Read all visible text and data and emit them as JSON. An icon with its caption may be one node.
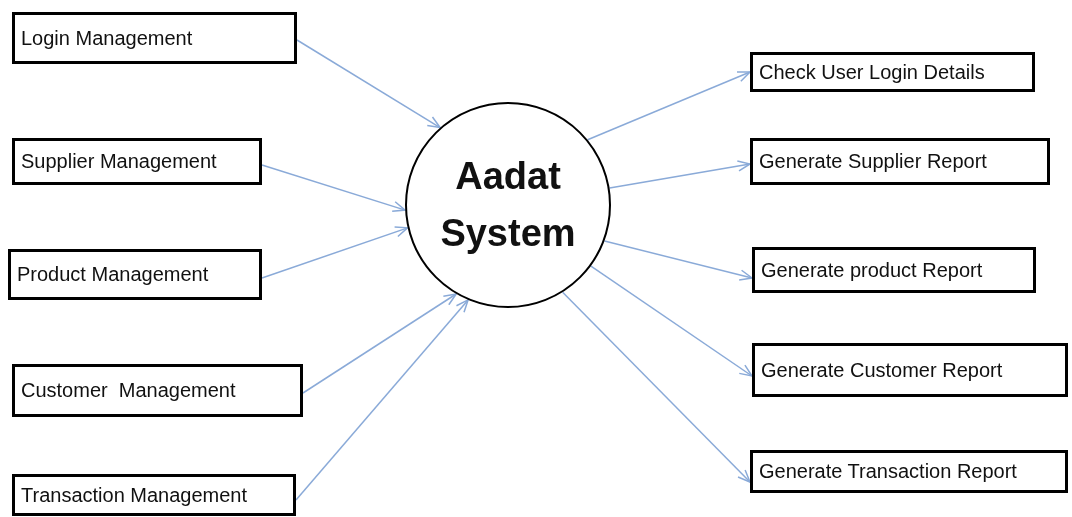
{
  "diagram": {
    "nodes": [
      {
        "text": [
          "Login Management"
        ]
      },
      {
        "text": [
          "Supplier Management"
        ]
      },
      {
        "text": [
          "Product Management"
        ]
      },
      {
        "text": [
          "Customer  Management"
        ]
      },
      {
        "text": [
          "Transaction Management"
        ]
      },
      {
        "text": [
          "Aadat System"
        ]
      },
      {
        "text": [
          "Check User Login Details"
        ]
      },
      {
        "text": [
          "Generate Supplier Report"
        ]
      },
      {
        "text": [
          "Generate product Report"
        ]
      },
      {
        "text": [
          "Generate Customer Report"
        ]
      },
      {
        "text": [
          "Generate Transaction Report"
        ]
      }
    ],
    "edges": [
      {
        "from": 0,
        "to": 5,
        "arrow": "to"
      },
      {
        "from": 1,
        "to": 5,
        "arrow": "to"
      },
      {
        "from": 2,
        "to": 5,
        "arrow": "to"
      },
      {
        "from": 3,
        "to": 5,
        "arrow": "to"
      },
      {
        "from": 4,
        "to": 5,
        "arrow": "to"
      },
      {
        "from": 5,
        "to": 6,
        "arrow": "to"
      },
      {
        "from": 5,
        "to": 7,
        "arrow": "to"
      },
      {
        "from": 5,
        "to": 8,
        "arrow": "to"
      },
      {
        "from": 5,
        "to": 9,
        "arrow": "to"
      },
      {
        "from": 5,
        "to": 10,
        "arrow": "to"
      }
    ]
  }
}
